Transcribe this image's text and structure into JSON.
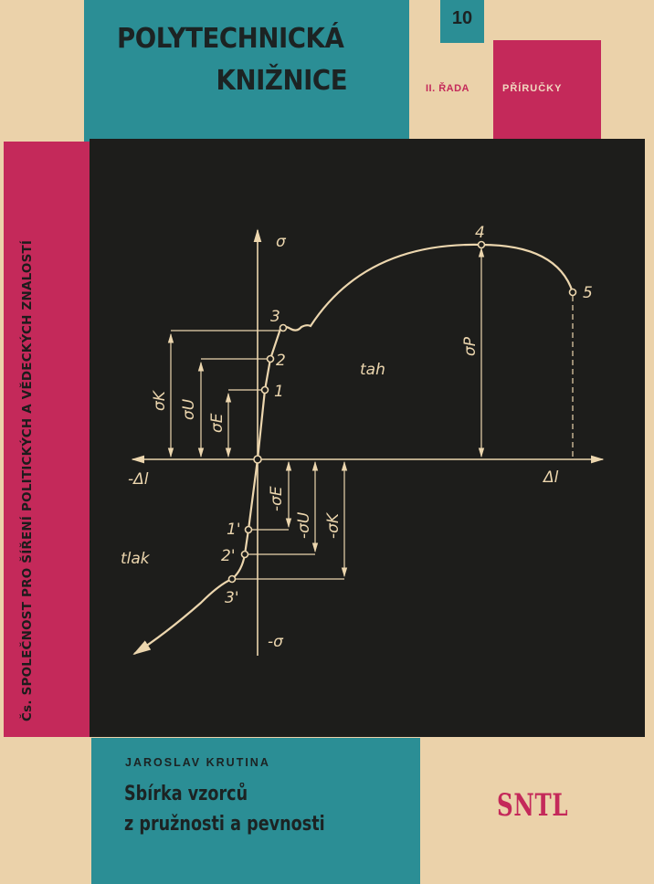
{
  "cover": {
    "series_line1": "POLYTECHNICKÁ",
    "series_line2": "KNIŽNICE",
    "volume_number": "10",
    "series_rank": "II. ŘADA",
    "series_type": "PŘÍRUČKY",
    "spine_text": "Čs. SPOLEČNOST PRO ŠÍŘENÍ POLITICKÝCH A VĚDECKÝCH ZNALOSTÍ",
    "author": "JAROSLAV KRUTINA",
    "title_line1": "Sbírka vzorců",
    "title_line2": "z pružnosti a pevnosti",
    "publisher": "SNTL"
  },
  "diagram": {
    "axis_y_pos": "σ",
    "axis_y_neg": "-σ",
    "axis_x_pos": "Δl",
    "axis_x_neg": "-Δl",
    "region_tension": "tah",
    "region_compression": "tlak",
    "points": [
      "1",
      "2",
      "3",
      "4",
      "5",
      "1'",
      "2'",
      "3'"
    ],
    "stress_labels": [
      "σK",
      "σU",
      "σE",
      "σP",
      "-σE",
      "-σU",
      "-σK"
    ]
  },
  "colors": {
    "teal": "#2b8e95",
    "magenta": "#c4295a",
    "cream": "#ebd2aa",
    "black": "#1d1d1b"
  }
}
